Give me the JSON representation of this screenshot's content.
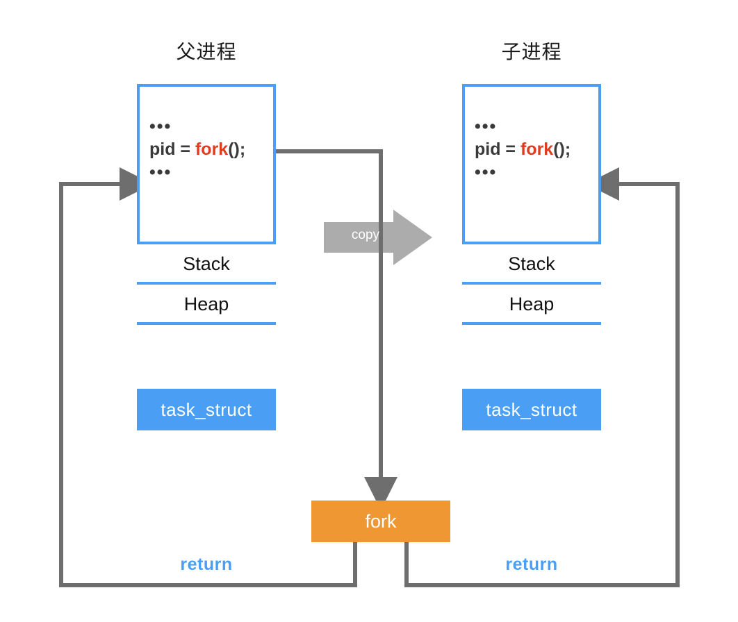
{
  "diagram": {
    "title_parent": "父进程",
    "title_child": "子进程",
    "copy_label": "copy",
    "fork_box_label": "fork",
    "colors": {
      "blue": "#4A9FF5",
      "orange": "#EF9733",
      "grey_line": "#6E6E6E",
      "grey_arrow_fill": "#ACACAC",
      "code_text": "#3A3A3A",
      "fork_keyword_red": "#E03C20",
      "background": "#FFFFFF"
    }
  },
  "parent": {
    "title": "父进程",
    "code": {
      "dots_top": "•••",
      "line_prefix": "pid = ",
      "line_keyword": "fork",
      "line_suffix": "();",
      "dots_bottom": "•••"
    },
    "segments": [
      {
        "label": "Stack"
      },
      {
        "label": "Heap"
      },
      {
        "label": ""
      }
    ],
    "task_struct": "task_struct",
    "return_label": "return"
  },
  "child": {
    "title": "子进程",
    "code": {
      "dots_top": "•••",
      "line_prefix": "pid = ",
      "line_keyword": "fork",
      "line_suffix": "();",
      "dots_bottom": "•••"
    },
    "segments": [
      {
        "label": "Stack"
      },
      {
        "label": "Heap"
      },
      {
        "label": ""
      }
    ],
    "task_struct": "task_struct",
    "return_label": "return"
  },
  "syscall": {
    "label": "fork"
  }
}
